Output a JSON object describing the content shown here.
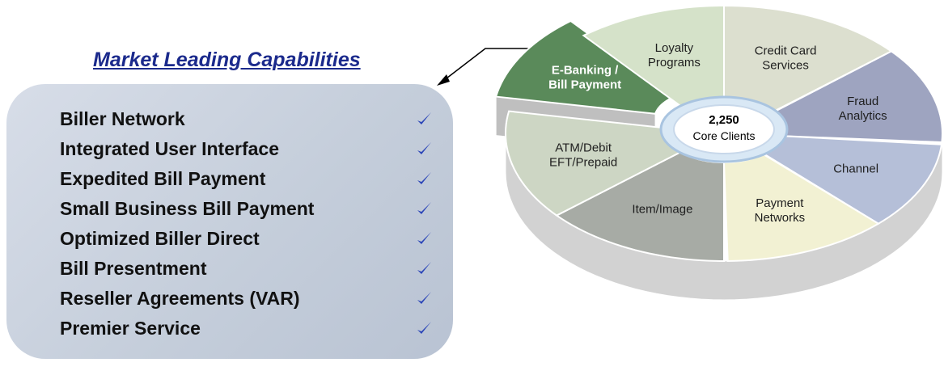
{
  "capabilities": {
    "title": "Market Leading Capabilities",
    "items": [
      "Biller Network",
      "Integrated User Interface",
      "Expedited Bill Payment",
      "Small Business Bill Payment",
      "Optimized Biller Direct",
      "Bill Presentment",
      "Reseller Agreements (VAR)",
      "Premier Service"
    ],
    "check_icon": "checkmark-icon",
    "check_color": "#2b45b8"
  },
  "wheel": {
    "hub": {
      "count": "2,250",
      "label": "Core Clients"
    },
    "segments": [
      {
        "id": "loyalty",
        "lines": [
          "Loyalty",
          "Programs"
        ],
        "color": "#d5e2c9"
      },
      {
        "id": "credit",
        "lines": [
          "Credit Card",
          "Services"
        ],
        "color": "#dcdfcf"
      },
      {
        "id": "fraud",
        "lines": [
          "Fraud",
          "Analytics"
        ],
        "color": "#9ea4c0"
      },
      {
        "id": "channel",
        "lines": [
          "Channel"
        ],
        "color": "#b5bfd8"
      },
      {
        "id": "payment",
        "lines": [
          "Payment",
          "Networks"
        ],
        "color": "#f2f1d3"
      },
      {
        "id": "item",
        "lines": [
          "Item/Image"
        ],
        "color": "#a7aba5"
      },
      {
        "id": "atm",
        "lines": [
          "ATM/Debit",
          "EFT/Prepaid"
        ],
        "color": "#cdd6c4"
      }
    ],
    "highlight": {
      "id": "ebanking",
      "lines": [
        "E-Banking /",
        "Bill Payment"
      ],
      "color": "#5a8a5a"
    }
  },
  "colors": {
    "panel": "#c9d1dd",
    "title": "#1b2a8c",
    "arrow": "#000000"
  }
}
